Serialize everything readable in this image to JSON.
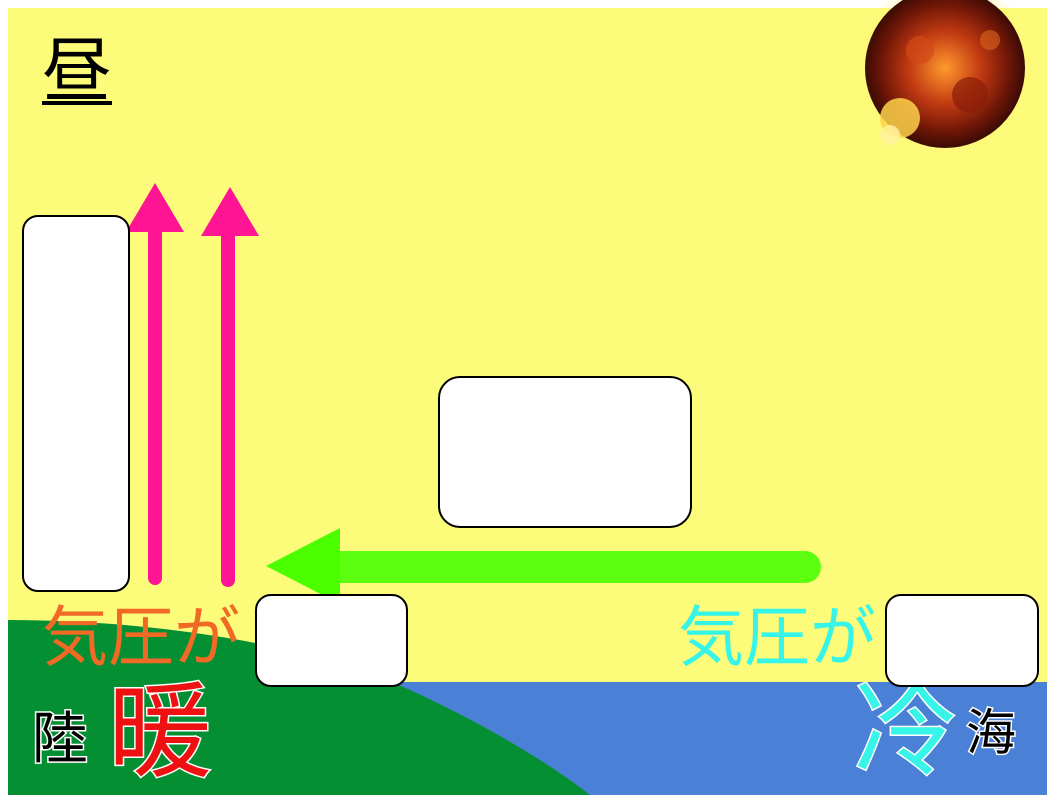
{
  "scene": {
    "title": "昼",
    "land": {
      "label": "陸",
      "temperature": "暖",
      "pressure_text": "気圧が"
    },
    "sea": {
      "label": "海",
      "temperature": "冷",
      "pressure_text": "気圧が"
    }
  },
  "colors": {
    "sky": "#fdfb7a",
    "land": "#058f33",
    "sea": "#4a80d6",
    "updraft_arrow": "#ff1493",
    "wind_arrow": "#5cff0f",
    "land_pressure_text": "#f06a25",
    "land_temperature_text": "#ee1111",
    "sea_temperature_text": "#37f4e8",
    "title_text": "#000000"
  },
  "icons": [
    "sun-icon",
    "updraft-arrow-icon",
    "sea-breeze-arrow-icon"
  ],
  "answer_boxes": [
    {
      "id": "updraft-box",
      "value": ""
    },
    {
      "id": "wind-box",
      "value": ""
    },
    {
      "id": "land-pressure-box",
      "value": ""
    },
    {
      "id": "sea-pressure-box",
      "value": ""
    }
  ]
}
